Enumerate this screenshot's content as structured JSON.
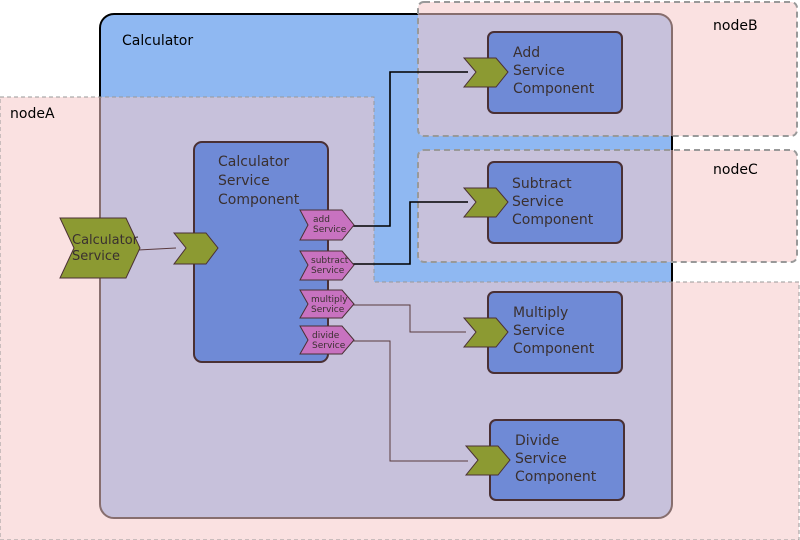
{
  "composite": {
    "title": "Calculator"
  },
  "nodes": {
    "nodeA": {
      "label": "nodeA"
    },
    "nodeB": {
      "label": "nodeB"
    },
    "nodeC": {
      "label": "nodeC"
    }
  },
  "service": {
    "line1": "Calculator",
    "line2": "Service"
  },
  "calc_component": {
    "line1": "Calculator",
    "line2": "Service",
    "line3": "Component"
  },
  "references": {
    "add": {
      "line1": "add",
      "line2": "Service"
    },
    "subtract": {
      "line1": "subtract",
      "line2": "Service"
    },
    "multiply": {
      "line1": "multiply",
      "line2": "Service"
    },
    "divide": {
      "line1": "divide",
      "line2": "Service"
    }
  },
  "components": {
    "add": {
      "line1": "Add",
      "line2": "Service",
      "line3": "Component"
    },
    "subtract": {
      "line1": "Subtract",
      "line2": "Service",
      "line3": "Component"
    },
    "multiply": {
      "line1": "Multiply",
      "line2": "Service",
      "line3": "Component"
    },
    "divide": {
      "line1": "Divide",
      "line2": "Service",
      "line3": "Component"
    }
  },
  "colors": {
    "composite_fill": "#8fb8f2",
    "node_fill": "#f5c8c8",
    "component_fill": "#6f8ad6",
    "service_fill": "#8c9a32",
    "reference_fill": "#c872c0",
    "outline": "#4a3034"
  }
}
